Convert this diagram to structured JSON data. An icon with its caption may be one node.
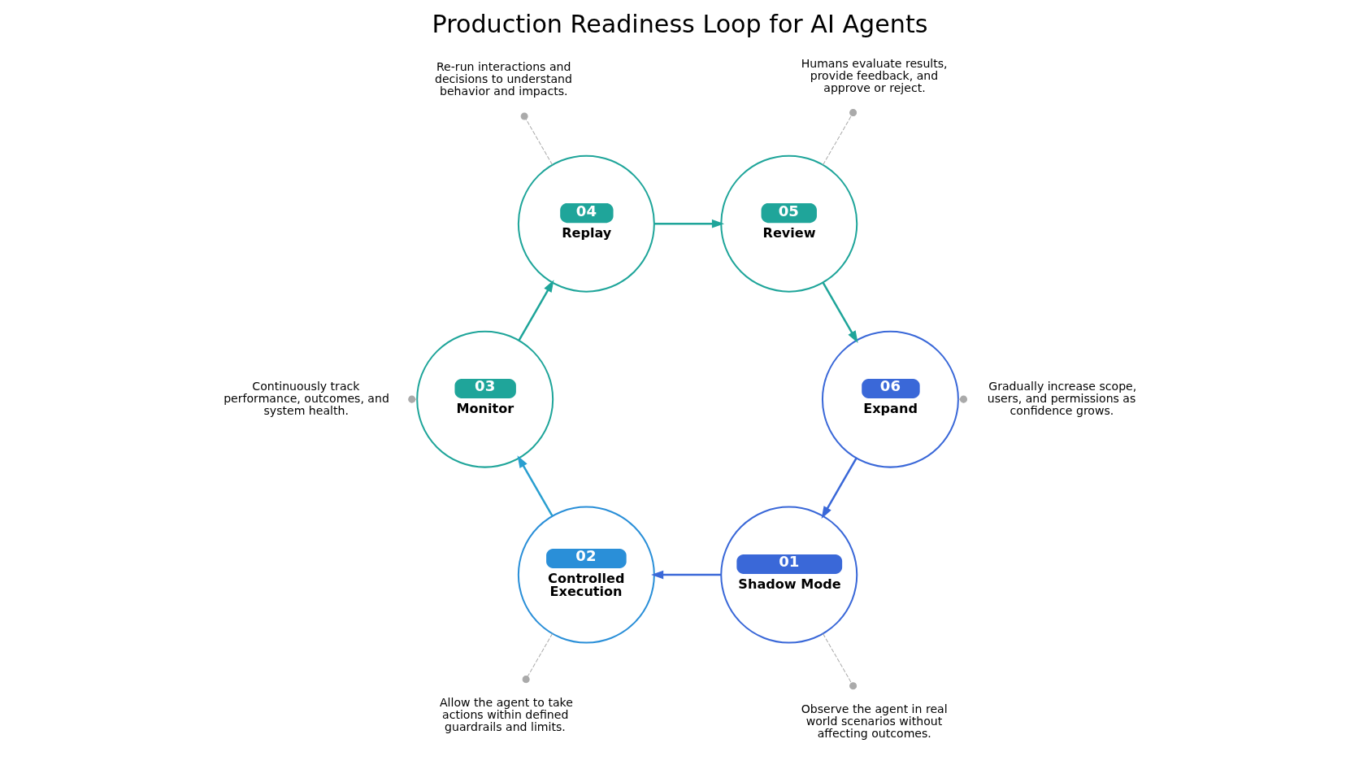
{
  "diagram": {
    "title": "Production Readiness Loop for AI Agents",
    "nodes": [
      {
        "text": [
          "01",
          "Shadow Mode"
        ]
      },
      {
        "text": [
          "02",
          "Controlled Execution"
        ]
      },
      {
        "text": [
          "03",
          "Monitor"
        ]
      },
      {
        "text": [
          "04",
          "Replay"
        ]
      },
      {
        "text": [
          "05",
          "Review"
        ]
      },
      {
        "text": [
          "06",
          "Expand"
        ]
      },
      {
        "text": [
          "Observe the agent in real world scenarios without affecting outcomes."
        ]
      },
      {
        "text": [
          "Allow the agent to take actions within defined guardrails and limits."
        ]
      },
      {
        "text": [
          "Continuously track performance, outcomes, and system health."
        ]
      },
      {
        "text": [
          "Re-run interactions and decisions to understand behavior and impacts."
        ]
      },
      {
        "text": [
          "Humans evaluate results, provide feedback, and approve or reject."
        ]
      },
      {
        "text": [
          "Gradually increase scope, users, and permissions as confidence grows."
        ]
      }
    ],
    "edges": [
      {
        "from": 0,
        "to": 1,
        "arrow": "to",
        "color": "#3a68d8"
      },
      {
        "from": 1,
        "to": 2,
        "arrow": "to",
        "color": "#2a9fd0"
      },
      {
        "from": 2,
        "to": 3,
        "arrow": "to",
        "color": "#1fa59a"
      },
      {
        "from": 3,
        "to": 4,
        "arrow": "to",
        "color": "#1fa59a"
      },
      {
        "from": 4,
        "to": 5,
        "arrow": "to",
        "color": "#1fa59a"
      },
      {
        "from": 5,
        "to": 0,
        "arrow": "to",
        "color": "#3a68d8"
      },
      {
        "from": 0,
        "to": 6,
        "arrow": "other",
        "style": "dashed",
        "color": "#aaaaaa"
      },
      {
        "from": 1,
        "to": 7,
        "arrow": "other",
        "style": "dashed",
        "color": "#aaaaaa"
      },
      {
        "from": 2,
        "to": 8,
        "arrow": "other",
        "style": "dashed",
        "color": "#aaaaaa"
      },
      {
        "from": 3,
        "to": 9,
        "arrow": "other",
        "style": "dashed",
        "color": "#aaaaaa"
      },
      {
        "from": 4,
        "to": 10,
        "arrow": "other",
        "style": "dashed",
        "color": "#aaaaaa"
      },
      {
        "from": 5,
        "to": 11,
        "arrow": "other",
        "style": "dashed",
        "color": "#aaaaaa"
      }
    ]
  }
}
